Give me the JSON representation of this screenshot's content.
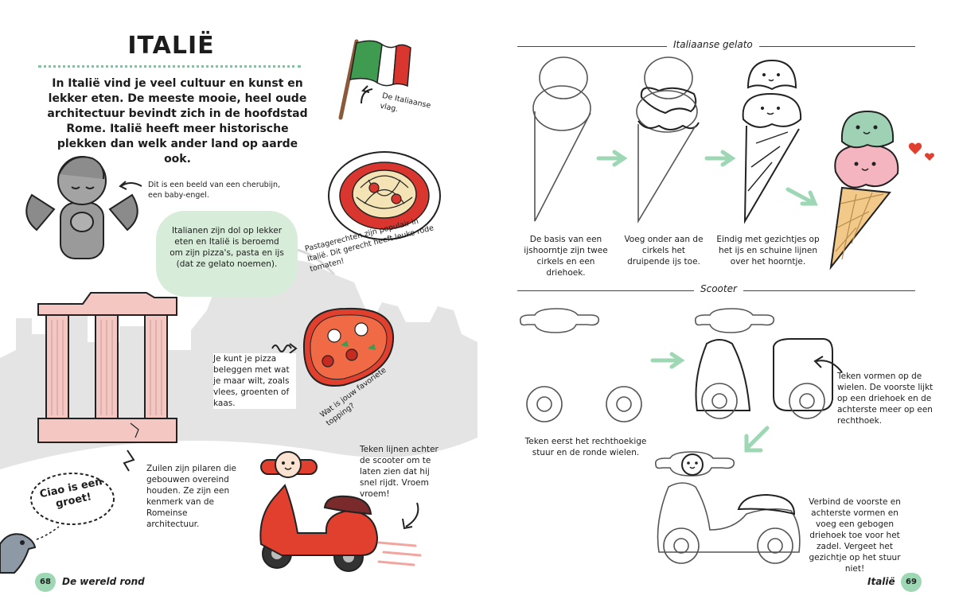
{
  "left": {
    "title": "ITALIË",
    "intro": "In Italië vind je veel cultuur en kunst en lekker eten. De meeste mooie, heel oude architectuur bevindt zich in de hoofdstad Rome. Italië heeft meer historische plekken dan welk ander land op aarde ook.",
    "flag_caption": "De Italiaanse vlag.",
    "cherub_caption": "Dit is een beeld van een cherubijn, een baby-engel.",
    "green_bubble": "Italianen zijn dol op lekker eten en Italië is beroemd om zijn pizza's, pasta en ijs (dat ze gelato noemen).",
    "pasta_caption": "Pastagerechten zijn populair in Italië. Dit gerecht heeft leuke rode tomaten!",
    "pizza_caption": "Je kunt je pizza beleggen met wat je maar wilt, zoals vlees, groenten of kaas.",
    "topping_caption": "Wat is jouw favoriete topping?",
    "columns_caption": "Zuilen zijn pilaren die gebouwen overeind houden. Ze zijn een kenmerk van de Romeinse architectuur.",
    "scooter_caption": "Teken lijnen achter de scooter om te laten zien dat hij snel rijdt. Vroem vroem!",
    "ciao_bubble": "Ciao is een groet!",
    "page_number": "68",
    "footer": "De wereld rond"
  },
  "right": {
    "gelato_header": "Italiaanse gelato",
    "gelato_steps": [
      "De basis van een ijshoorntje zijn twee cirkels en een driehoek.",
      "Voeg onder aan de cirkels het druipende ijs toe.",
      "Eindig met gezichtjes op het ijs en schuine lijnen over het hoorntje."
    ],
    "scooter_header": "Scooter",
    "scooter_steps": [
      "Teken eerst het rechthoekige stuur en de ronde wielen.",
      "Teken vormen op de wielen. De voorste lijkt op een driehoek en de achterste meer op een rechthoek.",
      "Verbind de voorste en achterste vormen en voeg een gebogen driehoek toe voor het zadel. Vergeet het gezichtje op het stuur niet!"
    ],
    "page_number": "69",
    "footer": "Italië"
  },
  "colors": {
    "accent_green": "#9ed7b4",
    "bubble_green": "#d7edd9",
    "skyline_grey": "#e4e4e4",
    "column_pink": "#f4c7c3",
    "scooter_red": "#e2402f",
    "flag_green": "#3f9b4f",
    "flag_red": "#d8362e"
  }
}
